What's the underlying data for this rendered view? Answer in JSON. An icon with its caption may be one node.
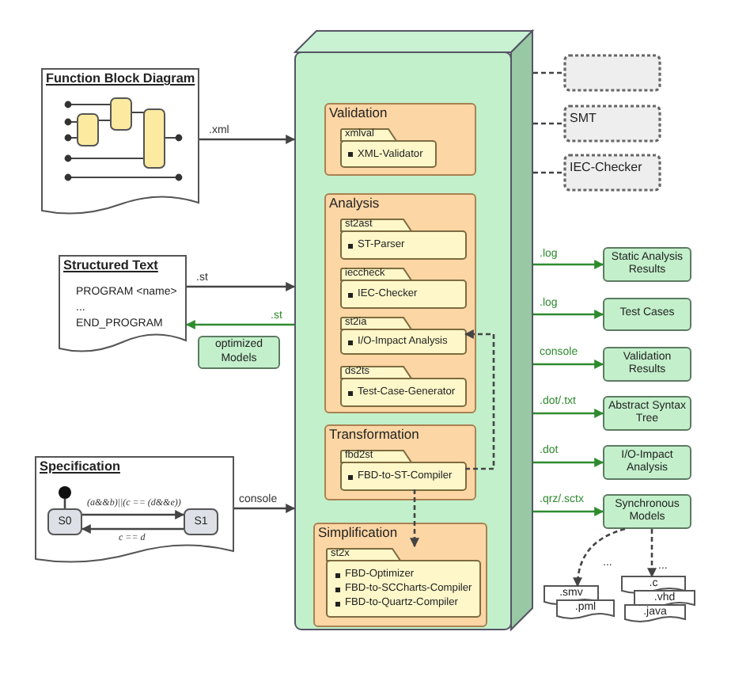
{
  "diagram": {
    "nodes": [
      {
        "text": [
          "Function Block Diagram"
        ]
      },
      {
        "text": [
          "Structured Text",
          "PROGRAM <name>",
          "...",
          "END_PROGRAM"
        ]
      },
      {
        "text": [
          "optimized Models"
        ]
      },
      {
        "text": [
          "Specification"
        ]
      },
      {
        "text": [],
        "shape": "circle",
        "in": 3
      },
      {
        "text": [
          "S0"
        ],
        "in": 3
      },
      {
        "text": [
          "S1"
        ],
        "in": 3
      },
      {
        "text": [],
        "shape": "box"
      },
      {
        "text": [
          "Validation"
        ],
        "in": 7
      },
      {
        "text": [
          "xmlval",
          "XML-Validator"
        ],
        "in": 8
      },
      {
        "text": [
          "Analysis"
        ],
        "in": 7
      },
      {
        "text": [
          "st2ast",
          "ST-Parser"
        ],
        "in": 10
      },
      {
        "text": [
          "ieccheck",
          "IEC-Checker"
        ],
        "in": 10
      },
      {
        "text": [
          "st2ia",
          "I/O-Impact Analysis"
        ],
        "in": 10
      },
      {
        "text": [
          "ds2ts",
          "Test-Case-Generator"
        ],
        "in": 10
      },
      {
        "text": [
          "Transformation"
        ],
        "in": 7
      },
      {
        "text": [
          "fbd2st",
          "FBD-to-ST-Compiler"
        ],
        "in": 15
      },
      {
        "text": [
          "Simplification"
        ],
        "in": 7
      },
      {
        "text": [
          "st2x",
          "FBD-Optimizer",
          "FBD-to-SCCharts-Compiler",
          "FBD-to-Quartz-Compiler"
        ],
        "in": 17
      },
      {
        "text": [],
        "shape": "box"
      },
      {
        "text": [
          "SMT"
        ]
      },
      {
        "text": [
          "IEC-Checker"
        ]
      },
      {
        "text": [
          "Static Analysis Results"
        ]
      },
      {
        "text": [
          "Test Cases"
        ]
      },
      {
        "text": [
          "Validation Results"
        ]
      },
      {
        "text": [
          "Abstract Syntax Tree"
        ]
      },
      {
        "text": [
          "I/O-Impact Analysis"
        ]
      },
      {
        "text": [
          "Synchronous Models"
        ]
      },
      {
        "text": [
          ".smv",
          ".pml"
        ]
      },
      {
        "text": [
          ".c",
          ".vhd",
          ".java"
        ]
      }
    ],
    "edges": [
      {
        "from": 0,
        "to": 7,
        "arrow": "to",
        "label": ".xml"
      },
      {
        "from": 1,
        "to": 7,
        "arrow": "to",
        "label": ".st"
      },
      {
        "from": 7,
        "to": 1,
        "arrow": "to",
        "label": ".st",
        "color": "#2e8b2e"
      },
      {
        "from": 3,
        "to": 7,
        "arrow": "to",
        "label": "console"
      },
      {
        "from": 4,
        "to": 5,
        "arrow": "none"
      },
      {
        "from": 5,
        "to": 6,
        "arrow": "to",
        "label": "(a&&b)||(c == (d&&e))"
      },
      {
        "from": 6,
        "to": 5,
        "arrow": "to",
        "label": "c == d"
      },
      {
        "from": 7,
        "to": 19,
        "arrow": "none",
        "style": "dashed"
      },
      {
        "from": 7,
        "to": 20,
        "arrow": "none",
        "style": "dashed"
      },
      {
        "from": 7,
        "to": 21,
        "arrow": "none",
        "style": "dashed"
      },
      {
        "from": 7,
        "to": 22,
        "arrow": "to",
        "label": ".log",
        "color": "#2e8b2e"
      },
      {
        "from": 7,
        "to": 23,
        "arrow": "to",
        "label": ".log",
        "color": "#2e8b2e"
      },
      {
        "from": 7,
        "to": 24,
        "arrow": "to",
        "label": "console",
        "color": "#2e8b2e"
      },
      {
        "from": 7,
        "to": 25,
        "arrow": "to",
        "label": ".dot/.txt",
        "color": "#2e8b2e"
      },
      {
        "from": 7,
        "to": 26,
        "arrow": "to",
        "label": ".dot",
        "color": "#2e8b2e"
      },
      {
        "from": 7,
        "to": 27,
        "arrow": "to",
        "label": ".qrz/.sctx",
        "color": "#2e8b2e"
      },
      {
        "from": 27,
        "to": 28,
        "arrow": "to",
        "label": "...",
        "style": "dashed"
      },
      {
        "from": 27,
        "to": 29,
        "arrow": "to",
        "label": "...",
        "style": "dashed"
      },
      {
        "from": 16,
        "to": 13,
        "arrow": "to",
        "style": "dashed"
      },
      {
        "from": 16,
        "to": 18,
        "arrow": "to",
        "style": "dashed"
      }
    ]
  }
}
